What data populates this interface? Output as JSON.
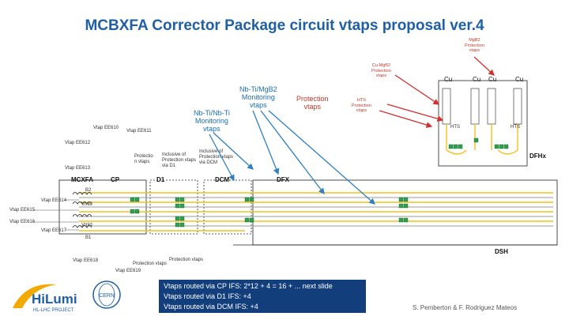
{
  "title": "MCBXFA Corrector Package circuit vtaps proposal ver.4",
  "labels": {
    "mgb2_protection": "MgB2\nProtection\nvtaps",
    "cu_mgb2_protection": "Cu-MgB2\nProtection\nvtaps",
    "nb_mgb2_monitoring": "Nb-Ti/MgB2\nMonitoring\nvtaps",
    "nb_nb_monitoring": "Nb-Ti/Nb-Ti\nMonitoring\nvtaps",
    "protection_vtaps": "Protection\nvtaps",
    "hts_protection": "HTS\nProtection\nvtaps",
    "protection_vtaps_small": "Protectio\nn vtaps",
    "protection_via_d1": "Inclusive of\nProtection vtaps\nvia D1",
    "protection_via_dcm": "Inclusive of\nProtection vtaps\nvia DCM",
    "cu": [
      "Cu",
      "Cu",
      "Cu",
      "Cu"
    ],
    "hts": [
      "HTS",
      "HTS"
    ],
    "vtaps_left": [
      "Vtap EE610",
      "Vtap EE611",
      "Vtap EE612",
      "Vtap EE613",
      "Vtap EE614",
      "Vtap EE615",
      "Vtap EE616",
      "Vtap EE617",
      "Vtap EE618",
      "Vtap EE619"
    ],
    "protection_vtaps_bottom": "Protection vtaps",
    "protection_vtaps_bottom2": "Protection vtaps"
  },
  "components": {
    "mcbxfa": "MCXFA",
    "cp": "CP",
    "d1": "D1",
    "dcm": "DCM",
    "dfx": "DFX",
    "dfhx": "DFHx",
    "dsh": "DSH",
    "coil_labels": [
      "B2",
      "Vmid",
      "Vmid",
      "B1"
    ]
  },
  "notes": [
    "Vtaps routed via CP IFS: 2*12 + 4 = 16 + ... next slide",
    "Vtaps routed via D1 IFS: +4",
    "Vtaps routed via DCM IFS: +4"
  ],
  "credit": "S. Pemberton & F. Rodriguez Mateos",
  "logo": {
    "text": "HiLumi",
    "subtext": "HL-LHC PROJECT",
    "cern": "CERN"
  },
  "colors": {
    "title": "#1f5fa6",
    "yellow_wire": "#f2c21b",
    "blue_arrow": "#2f7fc1",
    "red_arrow": "#d32f2f",
    "green_conn": "#2ea04f",
    "notes_bg": "#123e7c"
  }
}
